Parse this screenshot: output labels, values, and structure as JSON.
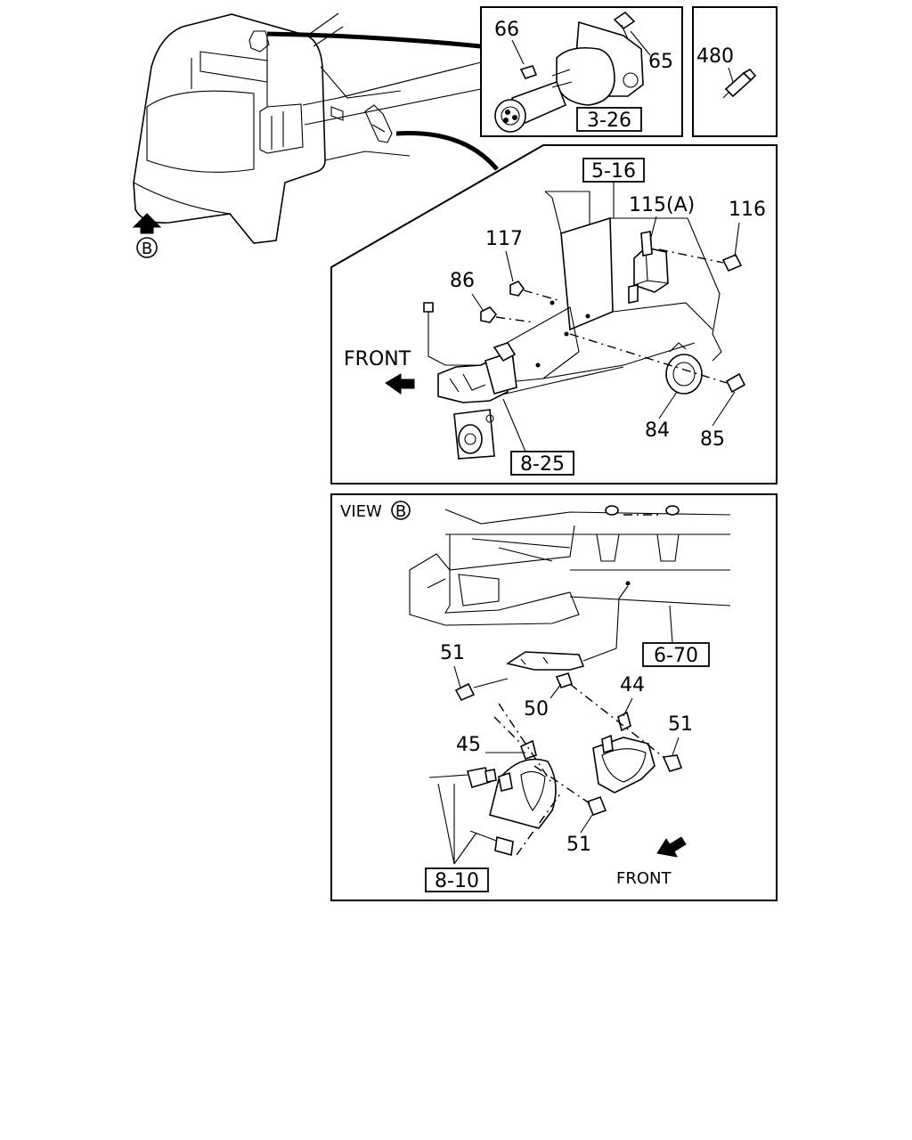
{
  "labels": {
    "p66": "66",
    "p65": "65",
    "p480": "480",
    "ref_3_26": "3-26",
    "ref_5_16": "5-16",
    "p115a": "115(A)",
    "p116": "116",
    "p117": "117",
    "p86": "86",
    "front_top": "FRONT",
    "p84": "84",
    "p85": "85",
    "ref_8_25": "8-25",
    "view": "VIEW",
    "view_mark": "B",
    "mark_b": "B",
    "ref_6_70": "6-70",
    "p51_a": "51",
    "p44": "44",
    "p50": "50",
    "p51_b": "51",
    "p45": "45",
    "p51_c": "51",
    "ref_8_10": "8-10",
    "front_bottom": "FRONT"
  }
}
